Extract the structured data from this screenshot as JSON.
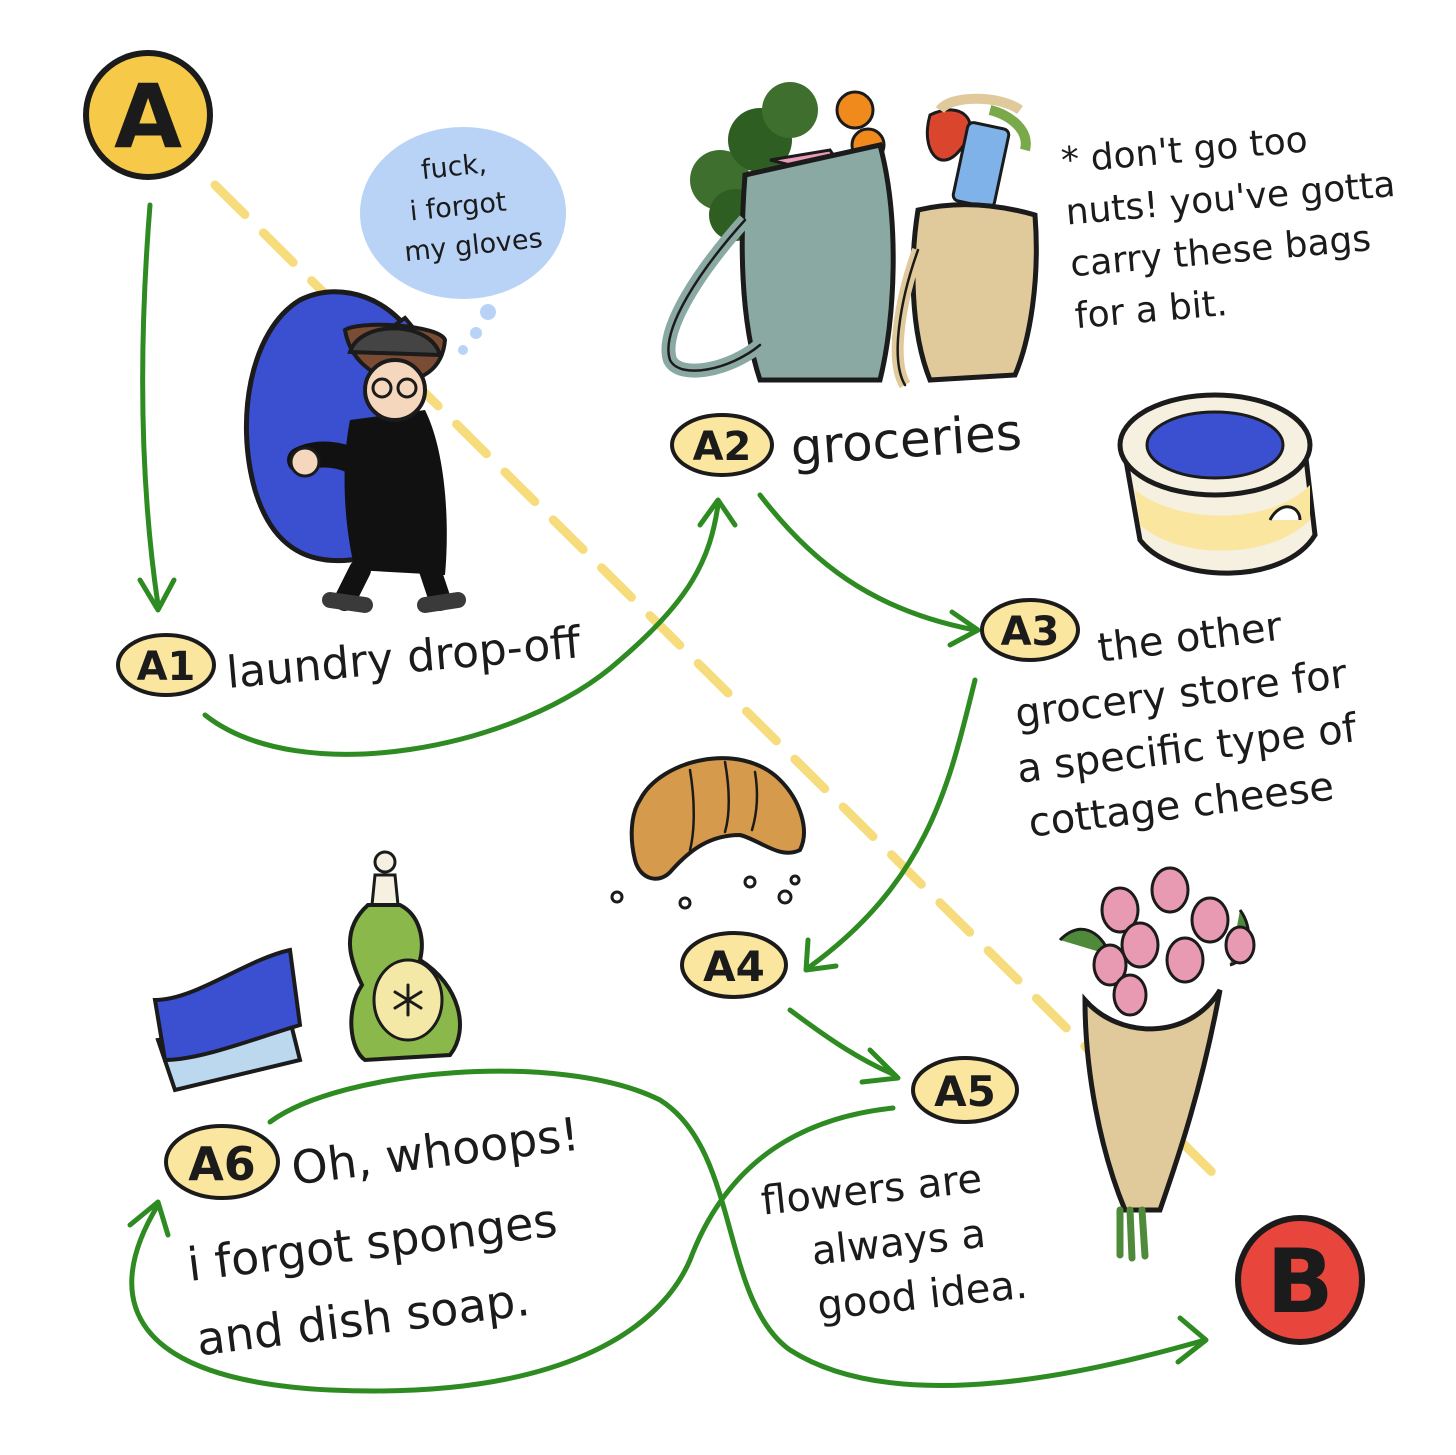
{
  "start_badge": "A",
  "end_badge": "B",
  "stops": [
    {
      "badge": "A1",
      "lines": [
        "laundry drop-off"
      ]
    },
    {
      "badge": "A2",
      "lines": [
        "groceries"
      ]
    },
    {
      "badge": "A3",
      "lines": [
        "the other",
        "grocery store for",
        "a specific type of",
        "cottage cheese"
      ]
    },
    {
      "badge": "A4",
      "lines": []
    },
    {
      "badge": "A5",
      "lines": [
        "flowers are",
        "always a",
        "good idea."
      ]
    },
    {
      "badge": "A6",
      "lines": [
        "Oh, whoops!",
        "i forgot sponges",
        "and dish soap."
      ]
    }
  ],
  "thought_bubble": [
    "fuck,",
    "i forgot",
    "my gloves"
  ],
  "note": [
    "* don't go too",
    "nuts! you've gotta",
    "carry these bags",
    "for a bit."
  ],
  "colors": {
    "start_badge": "#f7c948",
    "end_badge": "#e8463d",
    "stop_badge": "#fbe6a0",
    "path_green": "#2e8b22",
    "dashed_line": "#f6dc7c",
    "bubble": "#b9d3f7",
    "laundry_bag": "#3b4fd1",
    "flowers": "#e99ab3",
    "paper_wrap": "#e0c99a",
    "soap_bottle": "#8ab84a"
  },
  "icons": [
    "laundry-bag-person",
    "grocery-bags",
    "cottage-cheese-tub",
    "croissant",
    "flower-bouquet",
    "sponge",
    "dish-soap-bottle"
  ]
}
